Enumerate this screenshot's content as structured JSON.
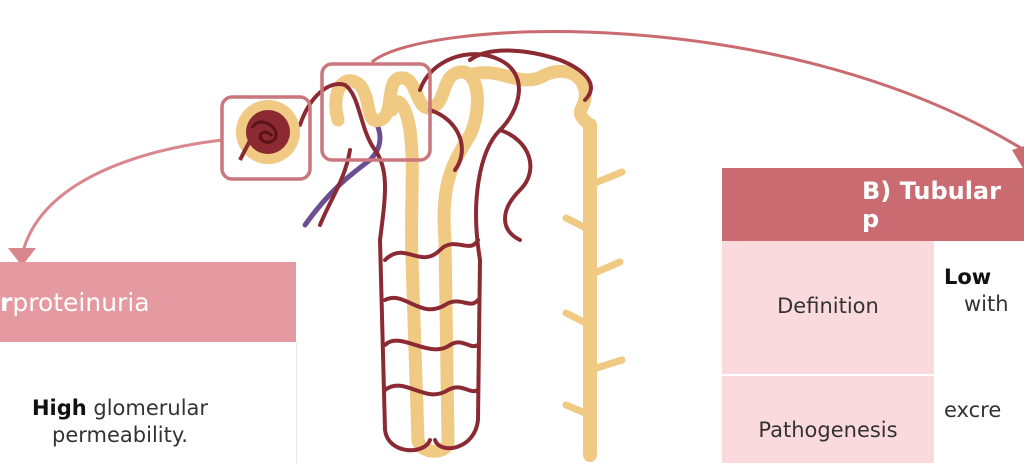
{
  "left_table": {
    "header_bold": "r",
    "header_rest": " proteinuria",
    "definition_bold": "High",
    "definition_rest_line1": " glomerular",
    "definition_line2": "permeability."
  },
  "right_table": {
    "header": "B) Tubular p",
    "row1_label": "Definition",
    "row1_value_bold": "Low",
    "row1_value_line2": "with",
    "row2_label": "Pathogenesis",
    "row2_value": "excre"
  },
  "colors": {
    "vessel": "#8b2a33",
    "tubule": "#f0c983",
    "vein": "#6a4e93",
    "highlight": "#c9777c",
    "header_left": "#e49aa0",
    "header_right": "#c96b70",
    "cell_pink": "#fbdadd"
  }
}
